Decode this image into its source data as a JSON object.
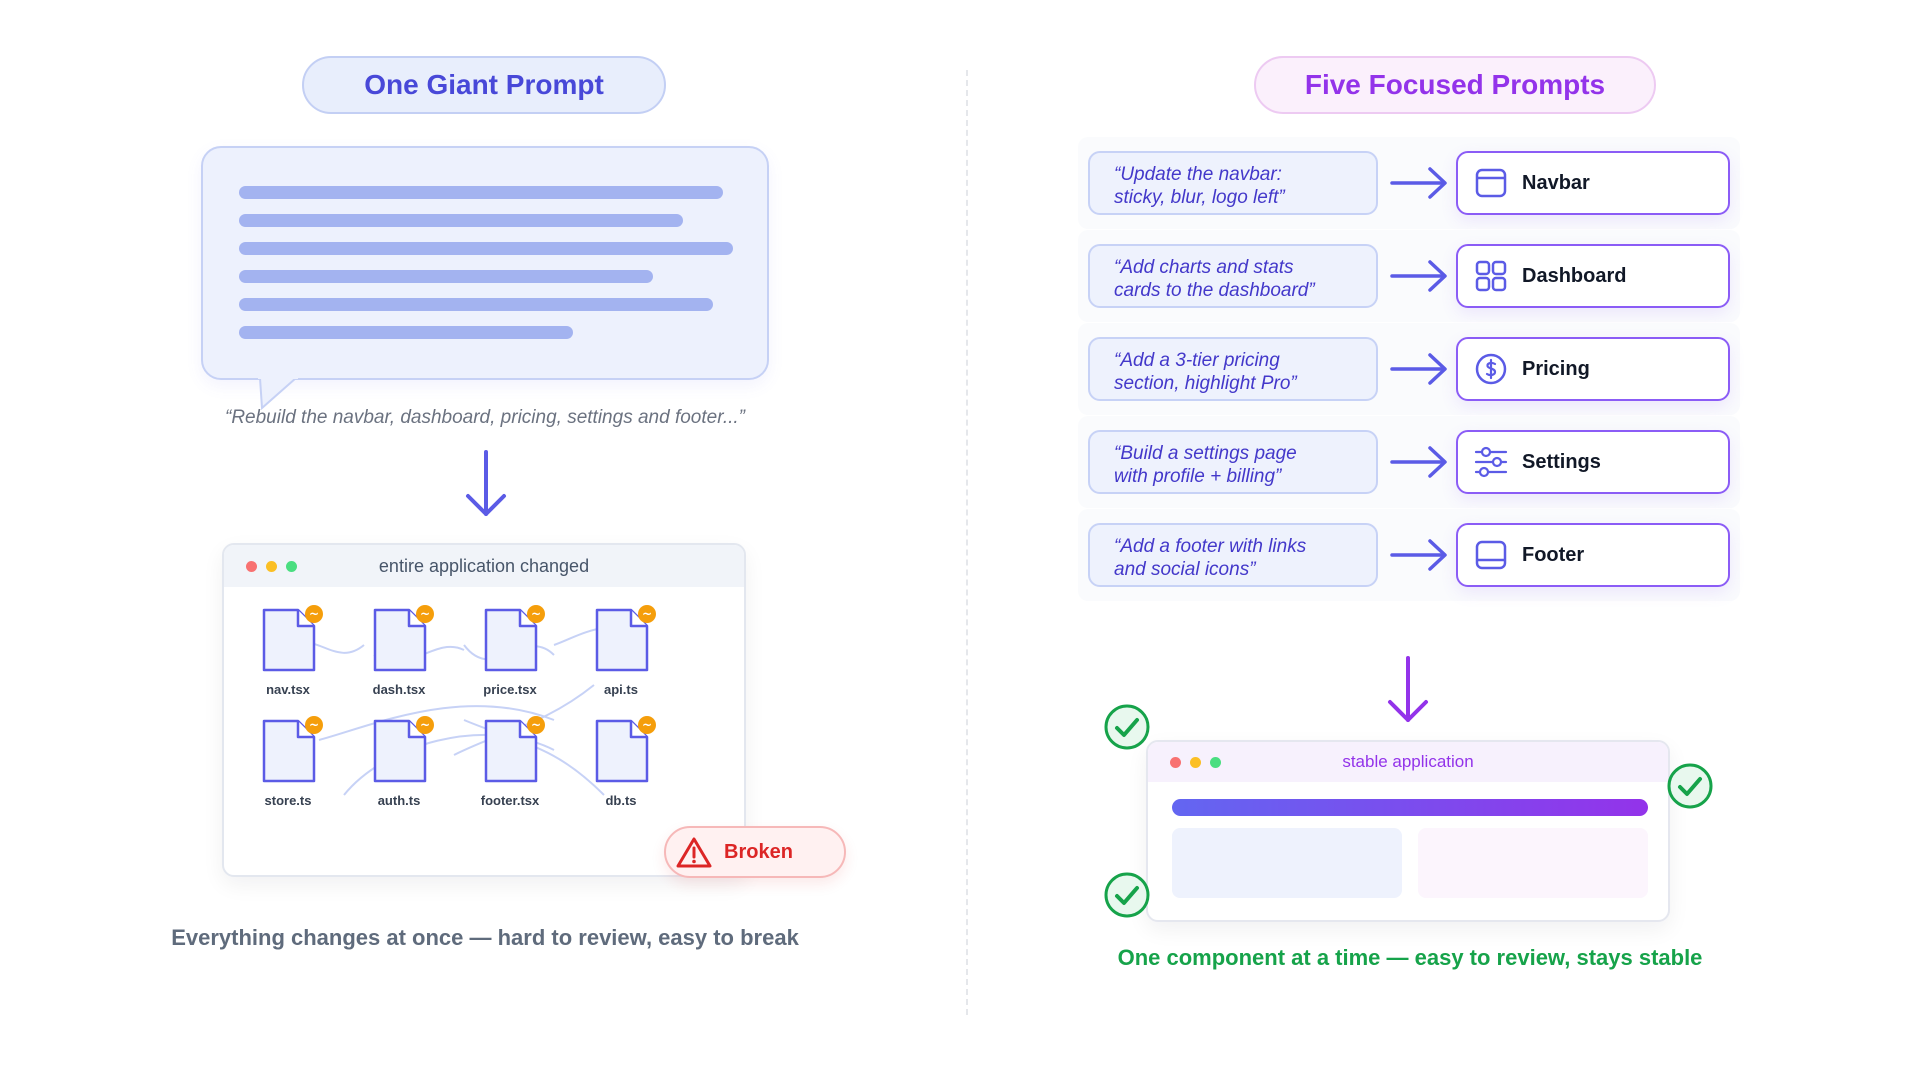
{
  "left": {
    "title": "One Giant Prompt",
    "prompt_quote": "“Rebuild the navbar, dashboard, pricing, settings and footer...”",
    "window_title": "entire application changed",
    "files": [
      "nav.tsx",
      "dash.tsx",
      "price.tsx",
      "api.ts",
      "store.ts",
      "auth.ts",
      "footer.tsx",
      "db.ts"
    ],
    "modified_badge": "~",
    "broken_label": "Broken",
    "caption": "Everything changes at once — hard to review, easy to break"
  },
  "right": {
    "title": "Five Focused Prompts",
    "rows": [
      {
        "prompt_line1": "“Update the navbar:",
        "prompt_line2": "sticky, blur, logo left”",
        "component": "Navbar",
        "icon": "browser-window-icon"
      },
      {
        "prompt_line1": "“Add charts and stats",
        "prompt_line2": "cards to the dashboard”",
        "component": "Dashboard",
        "icon": "grid-icon"
      },
      {
        "prompt_line1": "“Add a 3-tier pricing",
        "prompt_line2": "section, highlight Pro”",
        "component": "Pricing",
        "icon": "dollar-coin-icon"
      },
      {
        "prompt_line1": "“Build a settings page",
        "prompt_line2": "with profile + billing”",
        "component": "Settings",
        "icon": "sliders-icon"
      },
      {
        "prompt_line1": "“Add a footer with links",
        "prompt_line2": "and social icons”",
        "component": "Footer",
        "icon": "footer-layout-icon"
      }
    ],
    "window_title": "stable application",
    "caption": "One component at a time — easy to review, stays stable"
  },
  "colors": {
    "indigo": "#4848d8",
    "purple": "#9333ea",
    "green": "#16a34a",
    "red": "#dc2626",
    "orange": "#f59e0b"
  }
}
